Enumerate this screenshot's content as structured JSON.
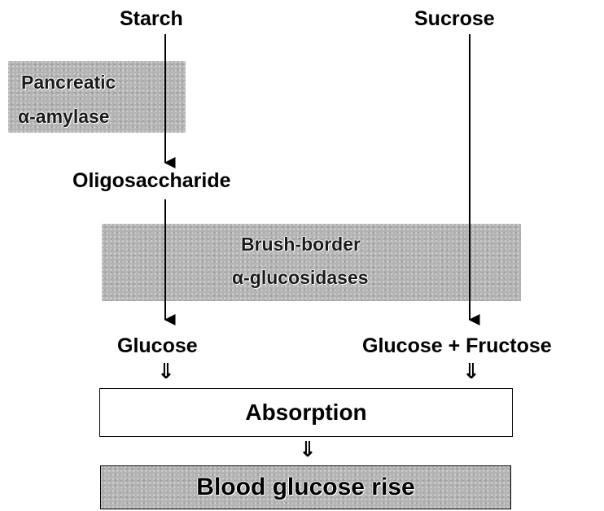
{
  "substrates": {
    "starch": "Starch",
    "sucrose": "Sucrose"
  },
  "enzymes": {
    "pancreatic_line1": "Pancreatic",
    "pancreatic_line2": "α-amylase",
    "brush_line1": "Brush-border",
    "brush_line2": "α-glucosidases"
  },
  "intermediates": {
    "oligosaccharide": "Oligosaccharide",
    "glucose": "Glucose",
    "glucose_fructose": "Glucose + Fructose"
  },
  "outcomes": {
    "absorption": "Absorption",
    "blood_glucose_rise": "Blood glucose rise"
  },
  "symbols": {
    "double_arrow": "⇓"
  }
}
